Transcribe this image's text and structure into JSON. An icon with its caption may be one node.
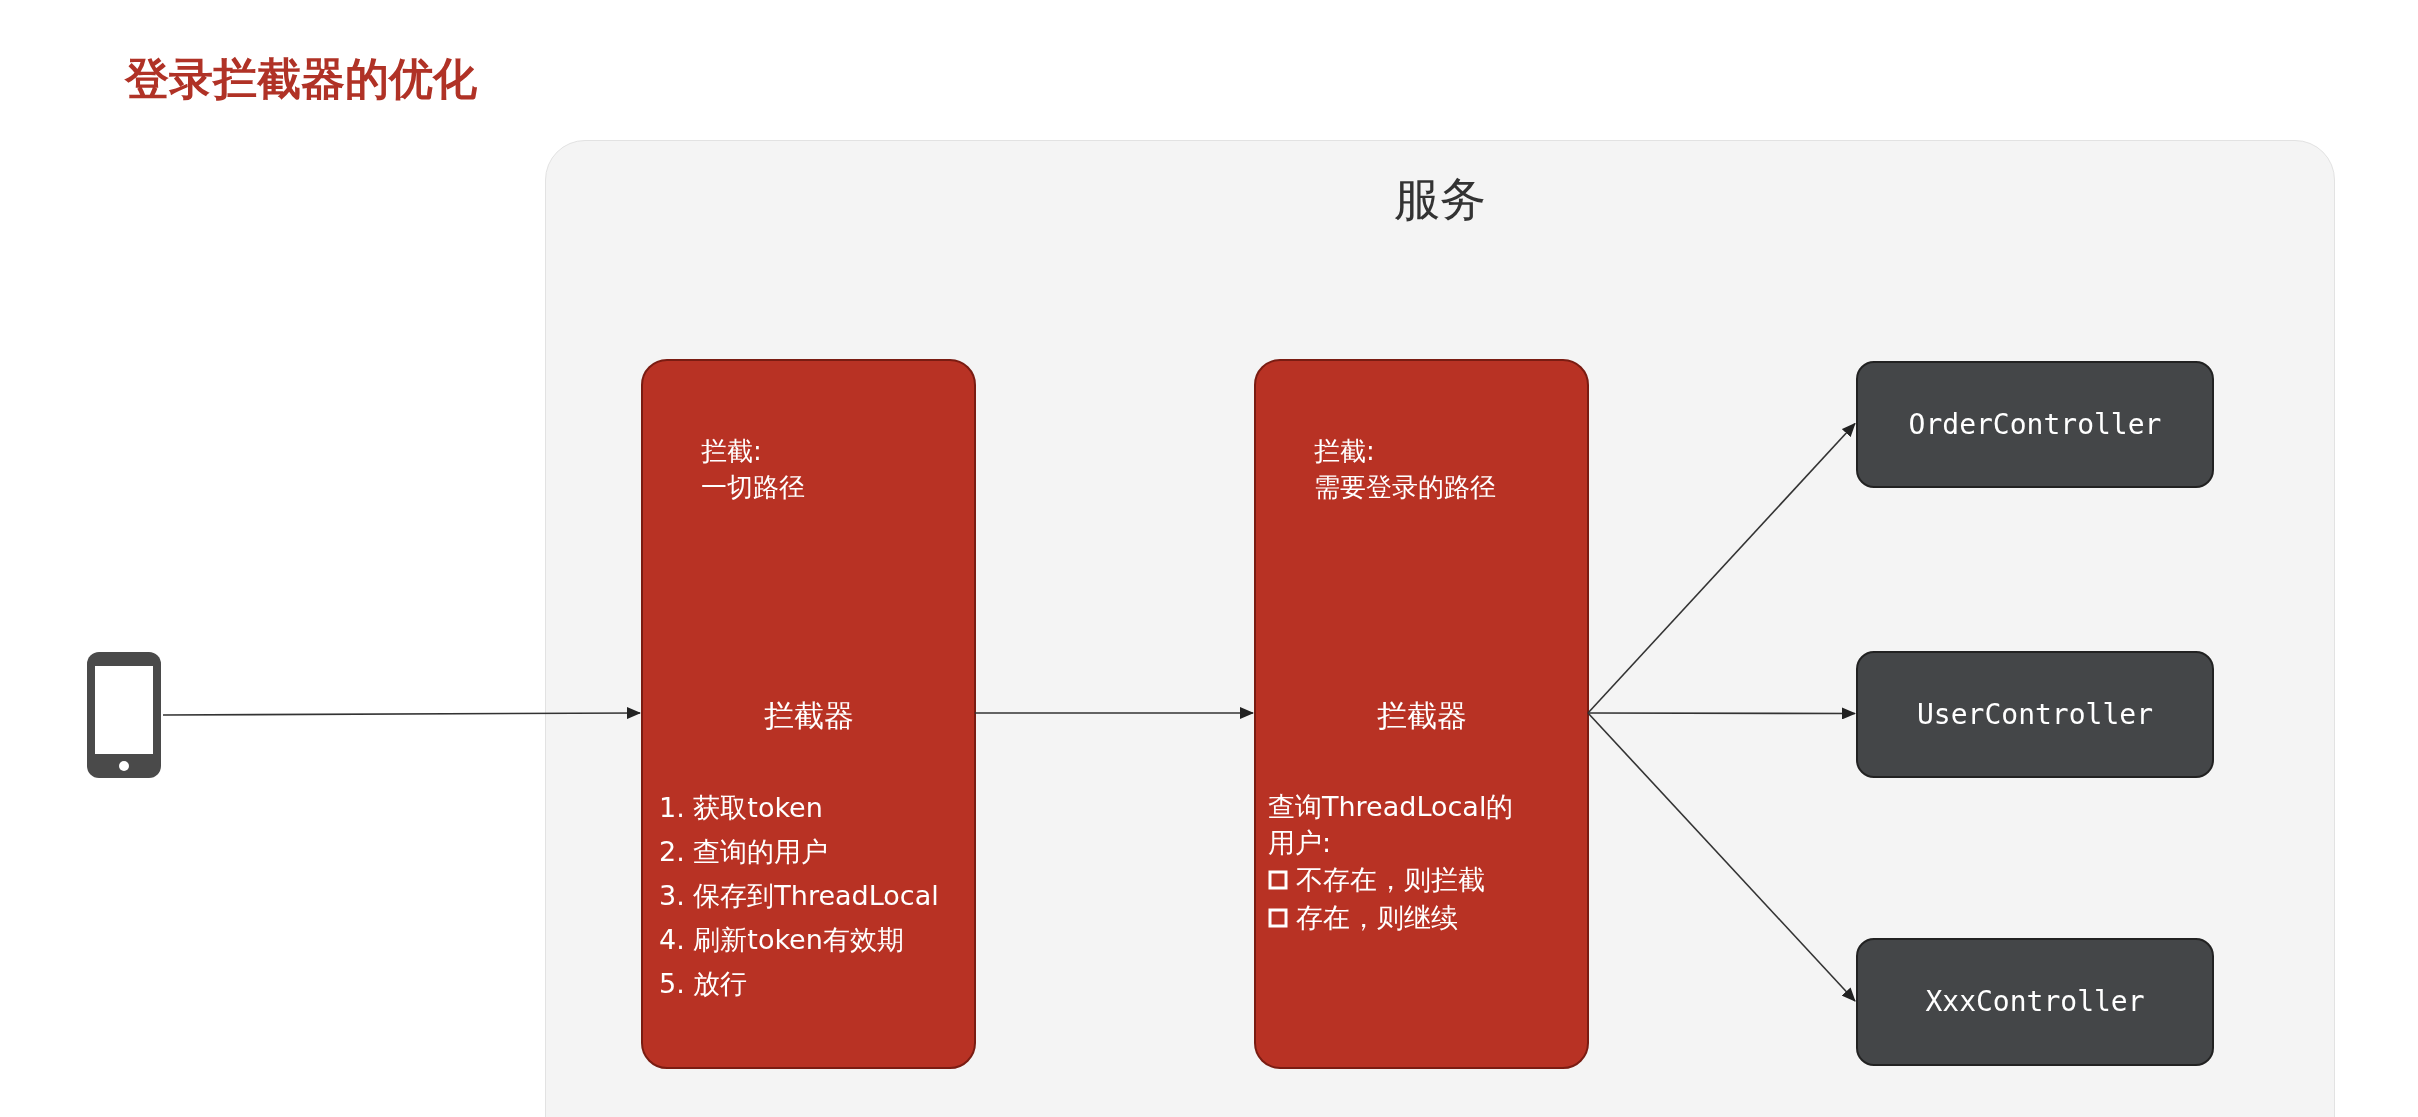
{
  "diagram": {
    "title": "登录拦截器的优化",
    "nodes": [
      {
        "text": [
          "服务"
        ]
      },
      {
        "text": [
          "拦截:一切路径",
          "拦截器",
          "1. 获取token",
          "2. 查询的用户",
          "3. 保存到ThreadLocal",
          "4. 刷新token有效期",
          "5. 放行"
        ],
        "in": 0
      },
      {
        "text": [
          "拦截:需要登录的路径",
          "拦截器",
          "查询ThreadLocal的用户:",
          "不存在，则拦截",
          "存在，则继续"
        ],
        "in": 0
      },
      {
        "text": [
          "OrderController"
        ],
        "in": 0
      },
      {
        "text": [
          "UserController"
        ],
        "in": 0
      },
      {
        "text": [
          "XxxController"
        ],
        "in": 0
      },
      {
        "text": [],
        "shape": "phone"
      }
    ],
    "edges": [
      {
        "from": 6,
        "to": 1,
        "arrow": "to"
      },
      {
        "from": 1,
        "to": 2,
        "arrow": "to"
      },
      {
        "from": 2,
        "to": 3,
        "arrow": "to"
      },
      {
        "from": 2,
        "to": 4,
        "arrow": "to"
      },
      {
        "from": 2,
        "to": 5,
        "arrow": "to"
      }
    ]
  }
}
